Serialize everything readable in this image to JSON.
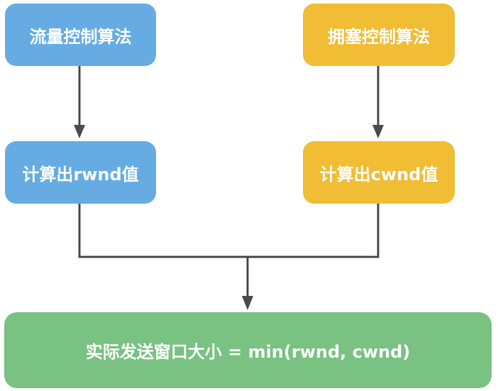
{
  "diagram": {
    "nodes": {
      "flow_control": {
        "label": "流量控制算法"
      },
      "congestion_control": {
        "label": "拥塞控制算法"
      },
      "rwnd": {
        "label": "计算出rwnd值"
      },
      "cwnd": {
        "label": "计算出cwnd值"
      },
      "actual_window": {
        "label": "实际发送窗口大小 = min(rwnd, cwnd)"
      }
    },
    "edges": [
      {
        "from": "flow_control",
        "to": "rwnd"
      },
      {
        "from": "congestion_control",
        "to": "cwnd"
      },
      {
        "from": "rwnd",
        "to": "actual_window"
      },
      {
        "from": "cwnd",
        "to": "actual_window"
      }
    ],
    "colors": {
      "blue": "#66ace3",
      "yellow": "#f0bd35",
      "green": "#79c282",
      "connector": "#4b4b4b",
      "text": "#ffffff"
    }
  }
}
